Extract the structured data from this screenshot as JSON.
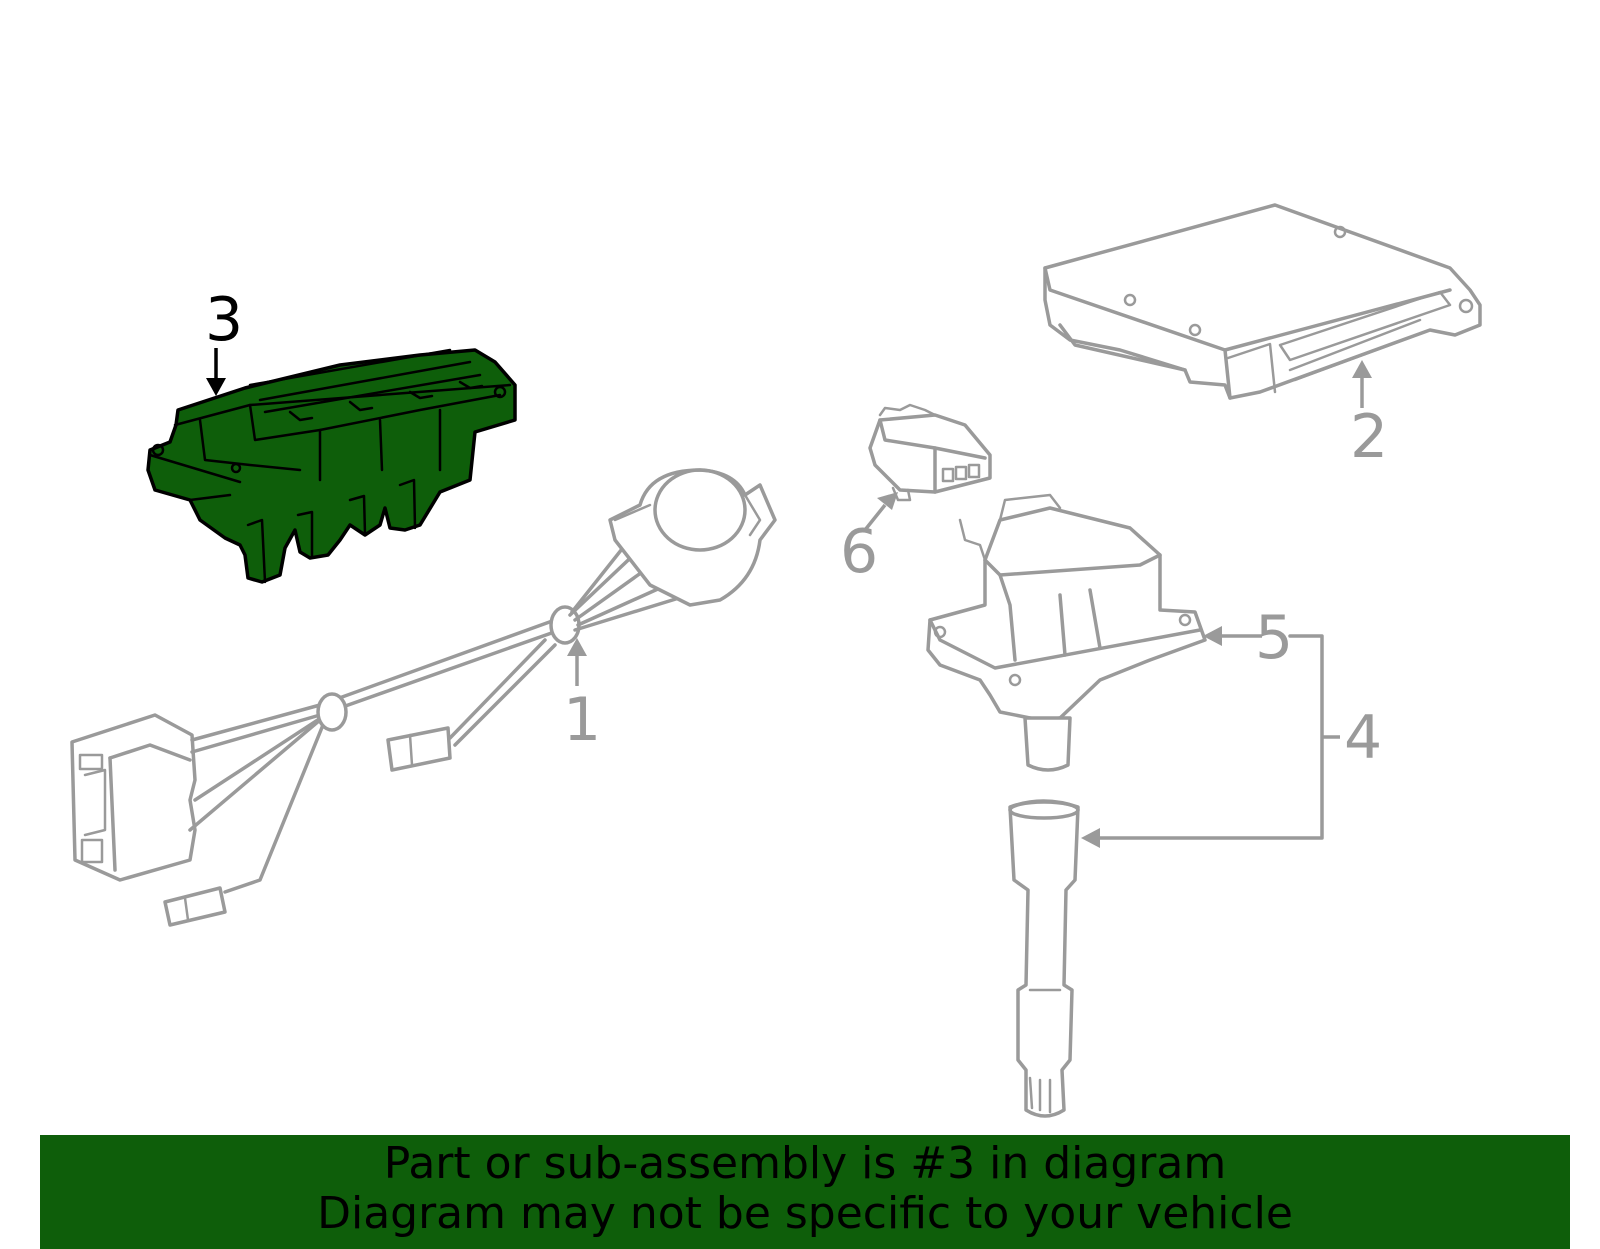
{
  "callouts": {
    "c1": "1",
    "c2": "2",
    "c3": "3",
    "c4": "4",
    "c5": "5",
    "c6": "6"
  },
  "highlighted_part": "3",
  "colors": {
    "highlight_fill": "#0e5e0a",
    "line_gray": "#9a9a9a",
    "banner_bg": "#0e5e0a"
  },
  "banner": {
    "line1": "Part or sub-assembly is #3 in diagram",
    "line2": "Diagram may not be specific to your vehicle"
  }
}
